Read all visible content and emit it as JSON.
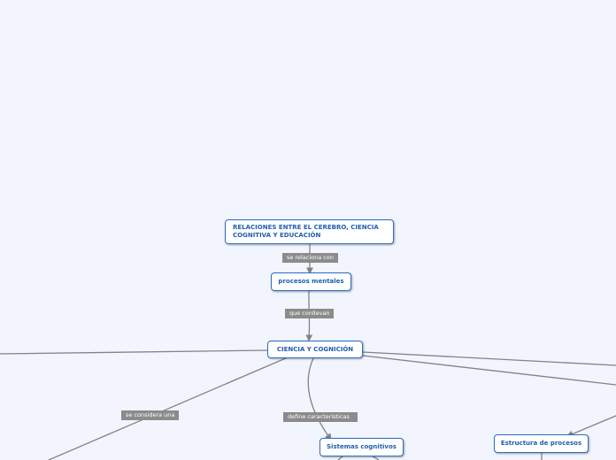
{
  "colors": {
    "background": "#f2f5fd",
    "node_border": "#2a6fc9",
    "node_text": "#1f5fb0",
    "connector": "#808387",
    "label_bg": "#8b8b8b"
  },
  "nodes": {
    "root": "RELACIONES ENTRE EL CEREBRO, CIENCIA COGNITIVA Y EDUCACIÓN",
    "procesos": "procesos mentales",
    "ciencia": "CIENCIA Y COGNICIÓN",
    "sistemas": "Sistemas cognitivos",
    "estructura": "Estructura de procesos"
  },
  "links": {
    "se_relaciona": "se relaciona con",
    "conllevan": "que conllevan",
    "considera": "se considera una",
    "define": "define características"
  }
}
